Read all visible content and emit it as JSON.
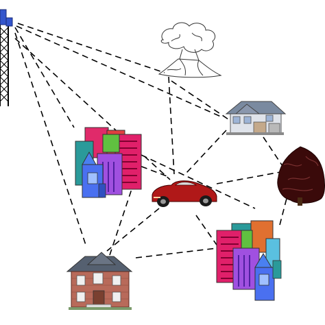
{
  "nodes": [
    {
      "id": "tower",
      "icon": "cell-tower-icon"
    },
    {
      "id": "volcano",
      "icon": "volcano-icon"
    },
    {
      "id": "house-right",
      "icon": "house-icon"
    },
    {
      "id": "tree",
      "icon": "tree-icon"
    },
    {
      "id": "city-left",
      "icon": "city-buildings-icon"
    },
    {
      "id": "car",
      "icon": "car-icon"
    },
    {
      "id": "city-right",
      "icon": "city-buildings-icon"
    },
    {
      "id": "house-bottom",
      "icon": "brick-house-icon"
    }
  ],
  "links": [
    [
      "tower",
      "volcano"
    ],
    [
      "tower",
      "house-right"
    ],
    [
      "tower",
      "city-left"
    ],
    [
      "tower",
      "car"
    ],
    [
      "tower",
      "house-bottom"
    ],
    [
      "volcano",
      "car"
    ],
    [
      "volcano",
      "house-right"
    ],
    [
      "house-right",
      "car"
    ],
    [
      "house-right",
      "tree"
    ],
    [
      "city-left",
      "car"
    ],
    [
      "city-left",
      "tree"
    ],
    [
      "city-left",
      "house-bottom"
    ],
    [
      "car",
      "tree"
    ],
    [
      "car",
      "house-bottom"
    ],
    [
      "car",
      "city-right"
    ],
    [
      "city-right",
      "tree"
    ],
    [
      "house-bottom",
      "city-right"
    ]
  ],
  "colors": {
    "line": "#000000",
    "tower_blue": "#3355cc",
    "car_red": "#b01818",
    "tree_dark": "#3a0a0a",
    "brick": "#b86a5a",
    "roof": "#556070"
  }
}
